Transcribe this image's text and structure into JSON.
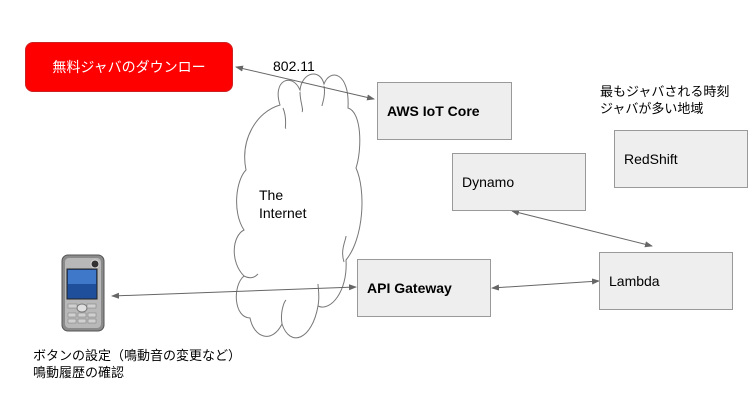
{
  "download_button": {
    "label": "無料ジャバのダウンロー",
    "color": "#ff0000"
  },
  "link_label": "802.11",
  "cloud_label": {
    "line1": "The",
    "line2": "Internet"
  },
  "nodes": {
    "aws_iot_core": "AWS IoT Core",
    "dynamo": "Dynamo",
    "redshift": "RedShift",
    "api_gateway": "API Gateway",
    "lambda": "Lambda"
  },
  "redshift_note": {
    "line1": "最もジャバされる時刻",
    "line2": "ジャバが多い地域"
  },
  "phone_note": {
    "line1": "ボタンの設定（鳴動音の変更など）",
    "line2": "鳴動履歴の確認"
  }
}
